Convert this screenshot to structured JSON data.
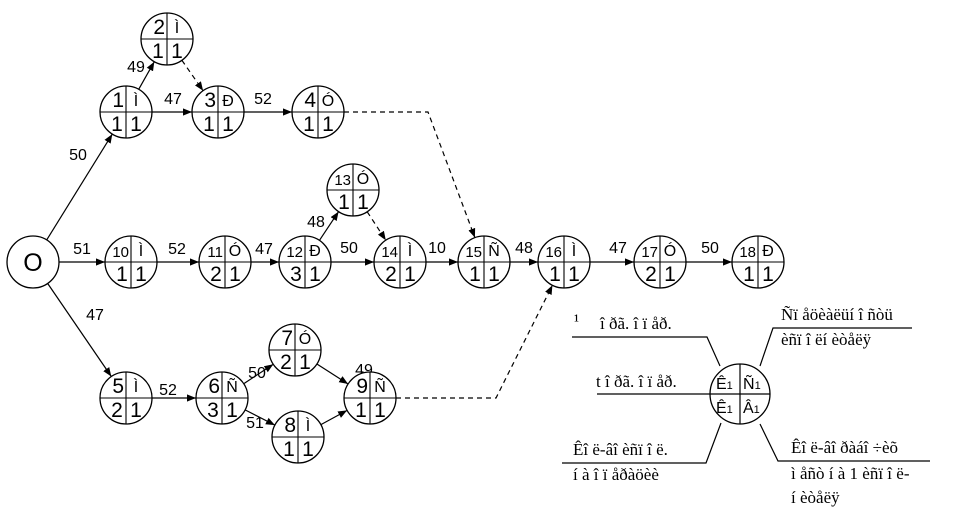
{
  "origin": {
    "label": "O"
  },
  "nodes": [
    {
      "id": "1",
      "num": "1",
      "sym": "Ì",
      "b1": "1",
      "b2": "1"
    },
    {
      "id": "2",
      "num": "2",
      "sym": "Ì",
      "b1": "1",
      "b2": "1"
    },
    {
      "id": "3",
      "num": "3",
      "sym": "Ð",
      "b1": "1",
      "b2": "1"
    },
    {
      "id": "4",
      "num": "4",
      "sym": "Ó",
      "b1": "1",
      "b2": "1"
    },
    {
      "id": "5",
      "num": "5",
      "sym": "Ì",
      "b1": "2",
      "b2": "1"
    },
    {
      "id": "6",
      "num": "6",
      "sym": "Ñ",
      "b1": "3",
      "b2": "1"
    },
    {
      "id": "7",
      "num": "7",
      "sym": "Ó",
      "b1": "2",
      "b2": "1"
    },
    {
      "id": "8",
      "num": "8",
      "sym": "Ì",
      "b1": "1",
      "b2": "1"
    },
    {
      "id": "9",
      "num": "9",
      "sym": "Ñ",
      "b1": "1",
      "b2": "1"
    },
    {
      "id": "10",
      "num": "10",
      "sym": "Ì",
      "b1": "1",
      "b2": "1"
    },
    {
      "id": "11",
      "num": "11",
      "sym": "Ó",
      "b1": "2",
      "b2": "1"
    },
    {
      "id": "12",
      "num": "12",
      "sym": "Ð",
      "b1": "3",
      "b2": "1"
    },
    {
      "id": "13",
      "num": "13",
      "sym": "Ó",
      "b1": "1",
      "b2": "1"
    },
    {
      "id": "14",
      "num": "14",
      "sym": "Ì",
      "b1": "2",
      "b2": "1"
    },
    {
      "id": "15",
      "num": "15",
      "sym": "Ñ",
      "b1": "1",
      "b2": "1"
    },
    {
      "id": "16",
      "num": "16",
      "sym": "Ì",
      "b1": "1",
      "b2": "1"
    },
    {
      "id": "17",
      "num": "17",
      "sym": "Ó",
      "b1": "2",
      "b2": "1"
    },
    {
      "id": "18",
      "num": "18",
      "sym": "Ð",
      "b1": "1",
      "b2": "1"
    }
  ],
  "edges": [
    {
      "from": "O",
      "to": "1",
      "label": "50",
      "dashed": false
    },
    {
      "from": "1",
      "to": "2",
      "label": "49",
      "dashed": false
    },
    {
      "from": "1",
      "to": "3",
      "label": "47",
      "dashed": false
    },
    {
      "from": "2",
      "to": "3",
      "label": "",
      "dashed": true
    },
    {
      "from": "3",
      "to": "4",
      "label": "52",
      "dashed": false
    },
    {
      "from": "4",
      "to": "15",
      "label": "",
      "dashed": true
    },
    {
      "from": "O",
      "to": "10",
      "label": "51",
      "dashed": false
    },
    {
      "from": "10",
      "to": "11",
      "label": "52",
      "dashed": false
    },
    {
      "from": "11",
      "to": "12",
      "label": "47",
      "dashed": false
    },
    {
      "from": "12",
      "to": "13",
      "label": "48",
      "dashed": false
    },
    {
      "from": "12",
      "to": "14",
      "label": "50",
      "dashed": false
    },
    {
      "from": "13",
      "to": "14",
      "label": "",
      "dashed": true
    },
    {
      "from": "14",
      "to": "15",
      "label": "10",
      "dashed": false
    },
    {
      "from": "15",
      "to": "16",
      "label": "48",
      "dashed": false
    },
    {
      "from": "16",
      "to": "17",
      "label": "47",
      "dashed": false
    },
    {
      "from": "17",
      "to": "18",
      "label": "50",
      "dashed": false
    },
    {
      "from": "O",
      "to": "5",
      "label": "47",
      "dashed": false
    },
    {
      "from": "5",
      "to": "6",
      "label": "52",
      "dashed": false
    },
    {
      "from": "6",
      "to": "7",
      "label": "50",
      "dashed": false
    },
    {
      "from": "6",
      "to": "8",
      "label": "51",
      "dashed": false
    },
    {
      "from": "7",
      "to": "9",
      "label": "49",
      "dashed": false
    },
    {
      "from": "8",
      "to": "9",
      "label": "",
      "dashed": false
    },
    {
      "from": "9",
      "to": "16",
      "label": "",
      "dashed": true
    }
  ],
  "legend": {
    "node": {
      "tl": "Ê",
      "tl_sub": "1",
      "tr": "Ñ",
      "tr_sub": "1",
      "bl": "Ê",
      "bl_sub": "1",
      "br": "Â",
      "br_sub": "1"
    },
    "top_left": {
      "sup": "¹",
      "text": "î ðã. î ï åð."
    },
    "mid_left": {
      "text": "t î ðã. î ï åð."
    },
    "low_left": {
      "line1": "Êî ë-âî  èñï î ë.",
      "line2": "í à î ï åðàöèè"
    },
    "top_right": {
      "line1": "Ñï åöèàëüí î ñòü",
      "line2": "èñï î ëí èòåëÿ"
    },
    "low_right": {
      "line1": "Êî ë-âî  ðàáî ÷èõ",
      "line2": "ì åñò í à 1 èñï î ë-",
      "line3": "í èòåëÿ"
    }
  }
}
